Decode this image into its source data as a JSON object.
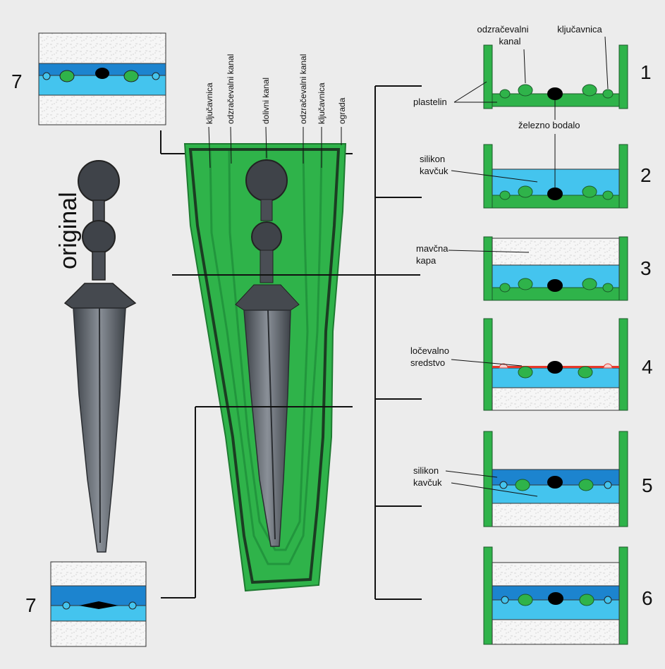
{
  "title_vertical": "original",
  "top_labels": [
    "ključavnica",
    "odzračevalni kanal",
    "dolivni kanal",
    "odzračevalni kanal",
    "ključavnica",
    "ograda"
  ],
  "step_labels": {
    "odzracevalni_kanal": [
      "odzračevalni",
      "kanal"
    ],
    "kljucavnica": "ključavnica",
    "plastelin": "plastelin",
    "zelezno_bodalo": "železno bodalo",
    "silikon_kavcuk": [
      "silikon",
      "kavčuk"
    ],
    "mavcna_kapa": [
      "mavčna",
      "kapa"
    ],
    "locevalno_sredstvo": [
      "ločevalno",
      "sredstvo"
    ]
  },
  "step_numbers": [
    "1",
    "2",
    "3",
    "4",
    "5",
    "6"
  ],
  "section_number": "7",
  "colors": {
    "background": "#ececec",
    "plasticine_green": "#2fb34a",
    "silicone_light": "#44c4ee",
    "silicone_dark": "#1c84cf",
    "plaster": "#f4f4f4",
    "separator": "#e8392a",
    "dagger_iron": "#5a5f66"
  }
}
